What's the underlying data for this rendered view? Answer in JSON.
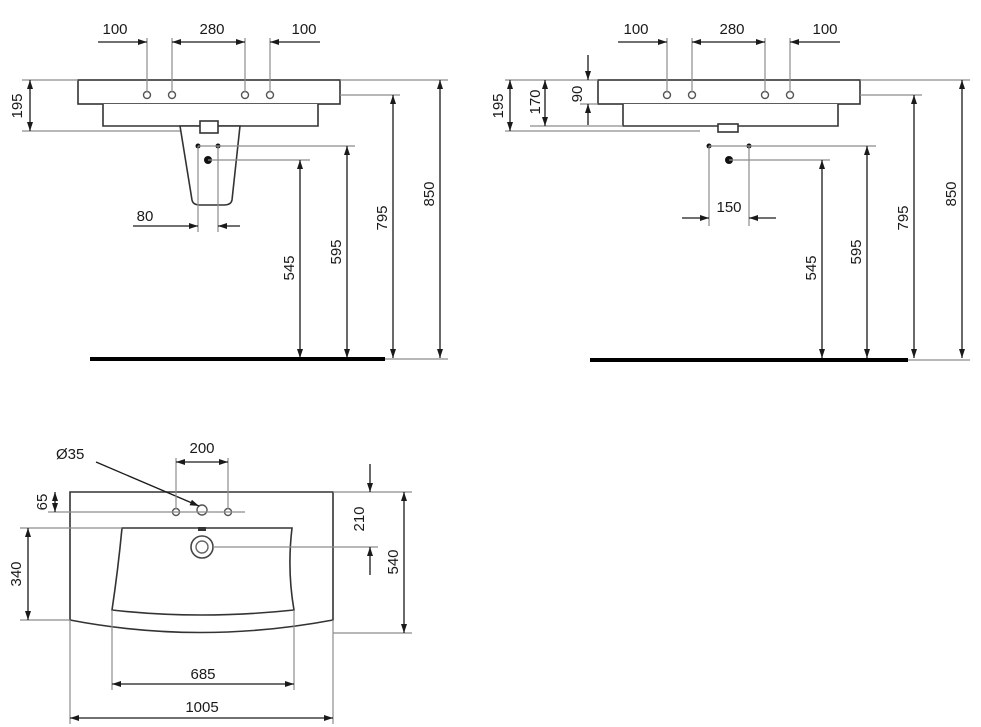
{
  "views": {
    "front_pedestal": {
      "labels": {
        "left_spacing": "100",
        "center_spacing": "280",
        "right_spacing": "100",
        "basin_height": "195",
        "trap_offset": "80",
        "waste_height": "545",
        "supply_height": "595",
        "underside_height": "795",
        "rim_height": "850"
      }
    },
    "front_wallhung": {
      "labels": {
        "left_spacing": "100",
        "center_spacing": "280",
        "right_spacing": "100",
        "basin_height": "195",
        "bowl_height": "170",
        "rim_depth": "90",
        "supply_spacing": "150",
        "waste_height": "545",
        "supply_height": "595",
        "underside_height": "795",
        "rim_height": "850"
      }
    },
    "top_plan": {
      "labels": {
        "hole_diameter": "Ø35",
        "tap_spacing": "200",
        "tap_offset": "65",
        "bowl_depth": "340",
        "waste_offset": "210",
        "total_depth": "540",
        "bowl_width": "685",
        "total_width": "1005"
      }
    }
  }
}
